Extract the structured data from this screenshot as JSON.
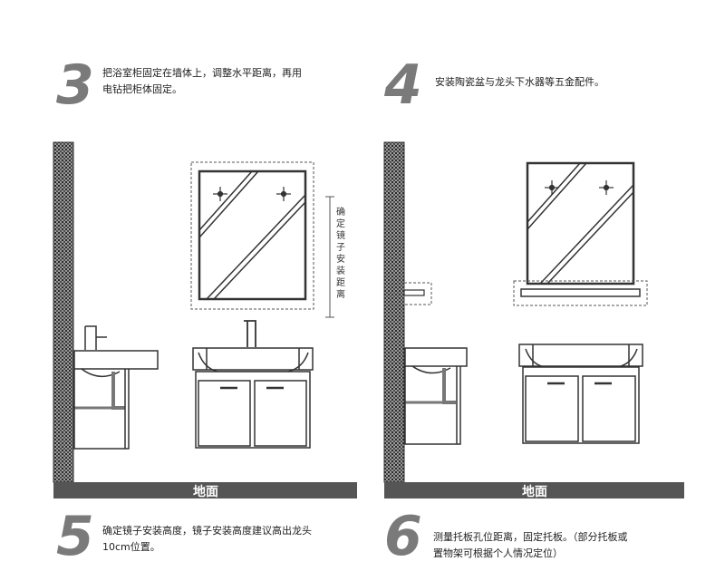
{
  "steps": [
    {
      "number": "3",
      "text_lines": [
        "把浴室柜固定在墙体上，调整水平距离，再用",
        "电钻把柜体固定。"
      ]
    },
    {
      "number": "4",
      "text_lines": [
        "安装陶瓷盆与龙头下水器等五金配件。"
      ]
    },
    {
      "number": "5",
      "text_lines": [
        "确定镜子安装高度，镜子安装高度建议高出龙头",
        "10cm位置。"
      ]
    },
    {
      "number": "6",
      "text_lines": [
        "测量托板孔位距离，固定托板。（部分托板或",
        "置物架可根据个人情况定位）"
      ]
    }
  ],
  "ground_label": "地面",
  "mirror_distance_label": "确定镜子安装距离",
  "colors": {
    "step_number": "#7a7a7a",
    "ground_bar": "#555555",
    "line": "#333333"
  }
}
